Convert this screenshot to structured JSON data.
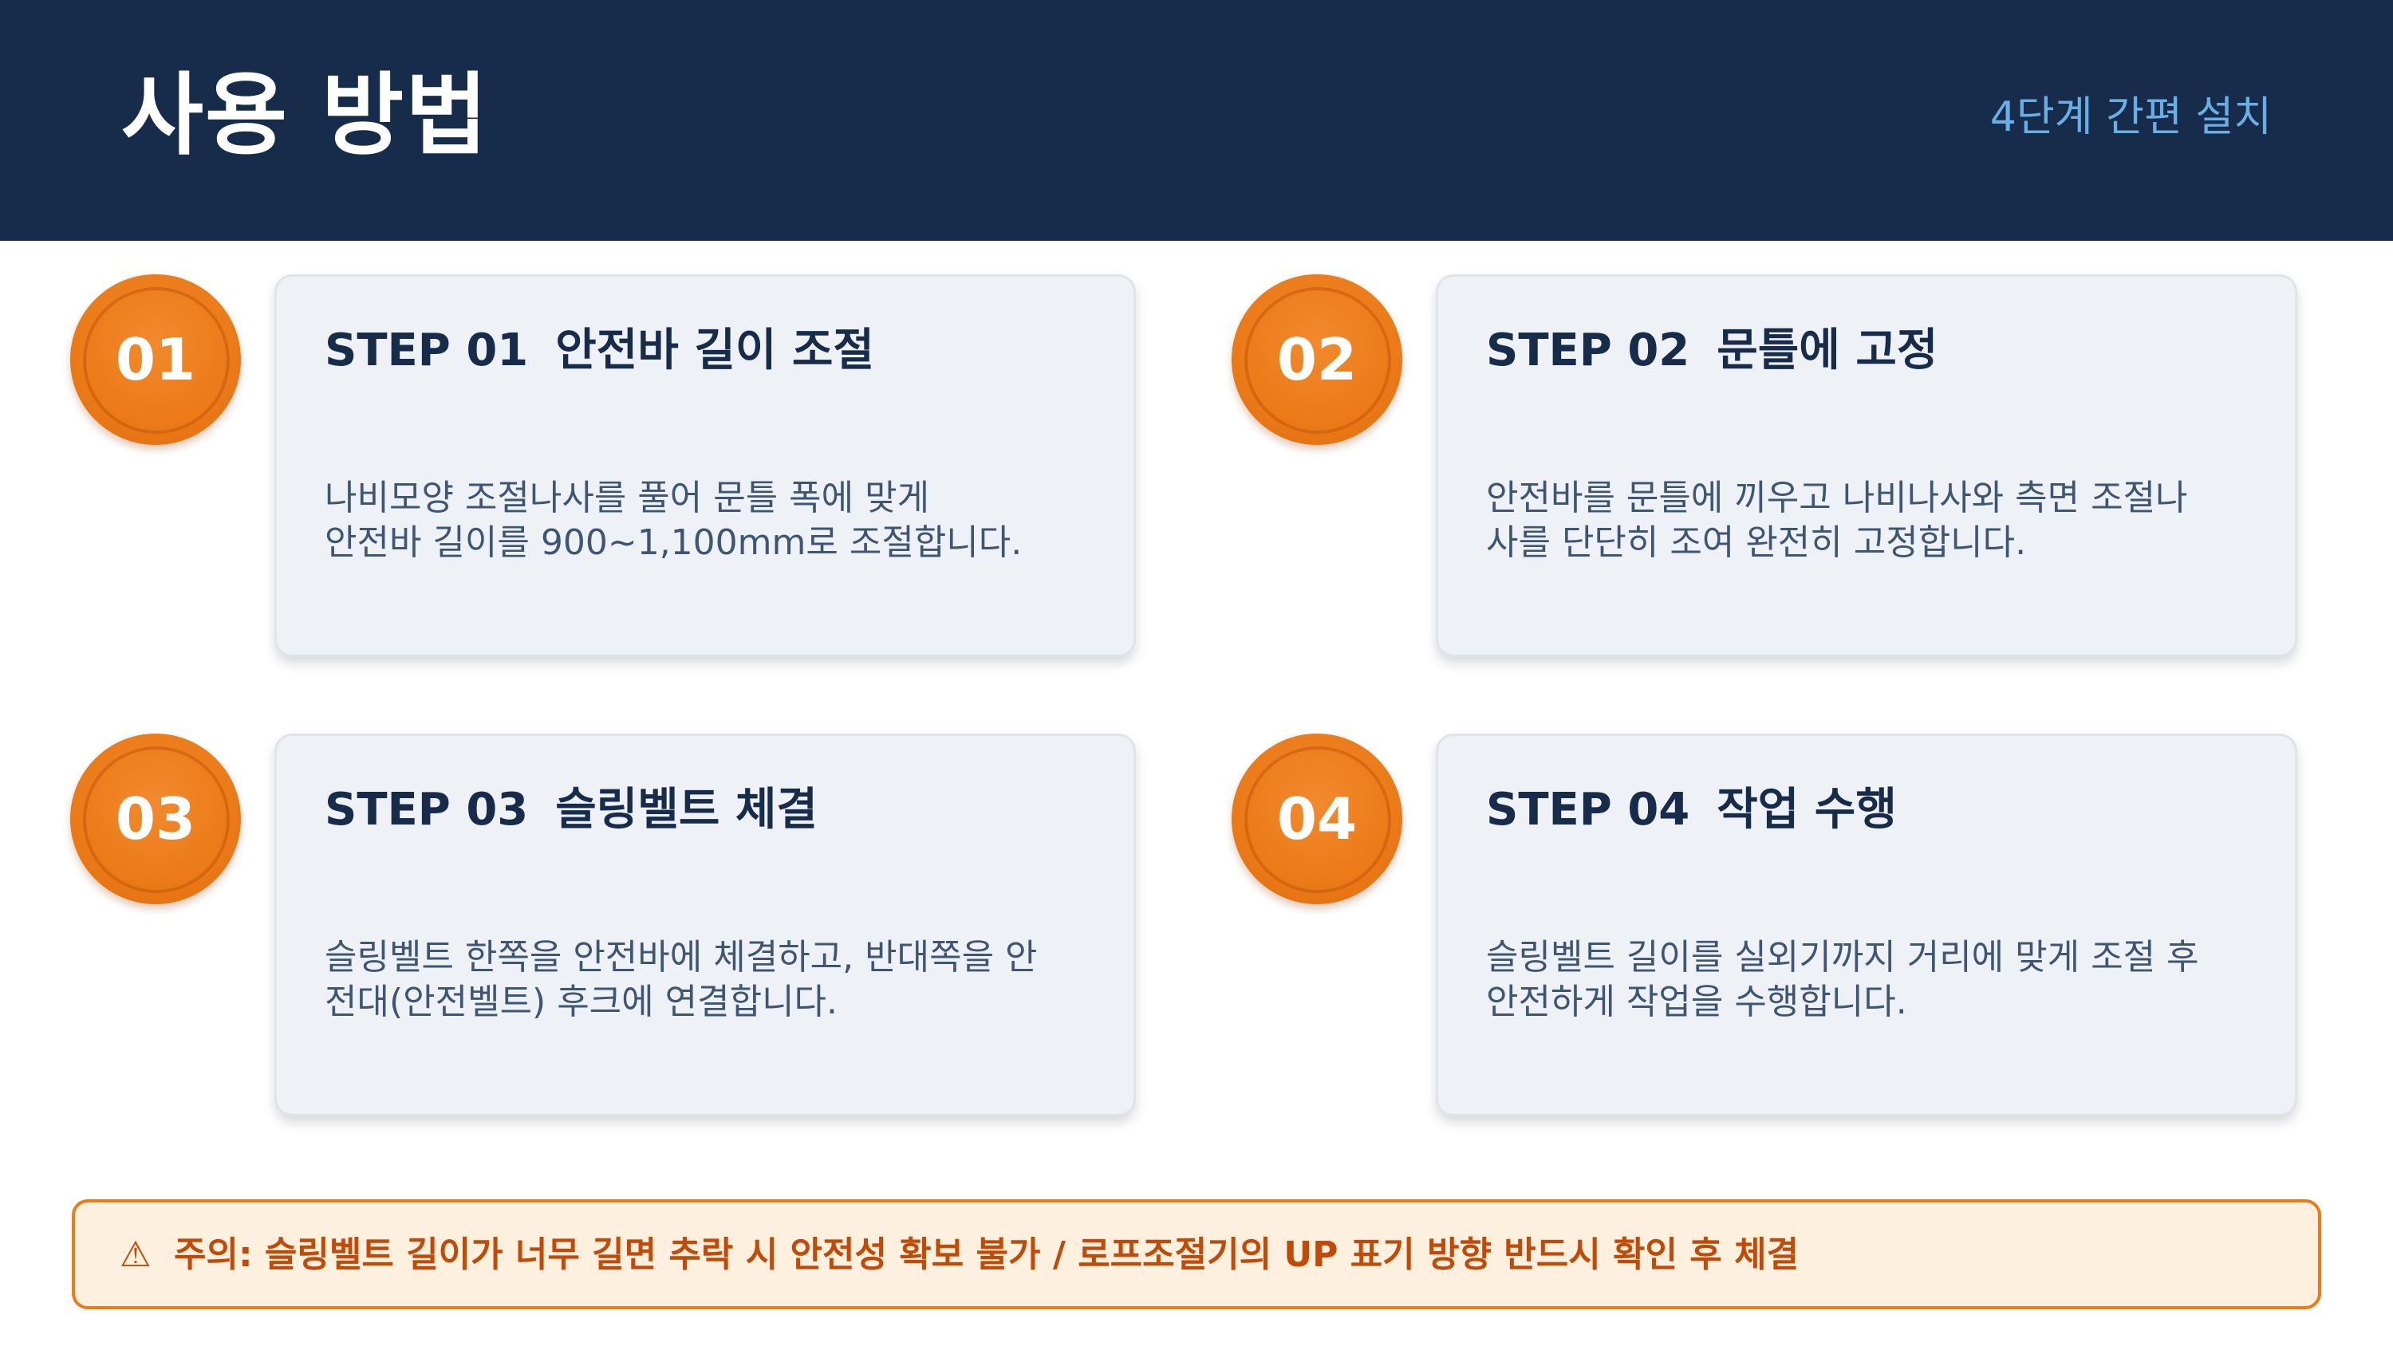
{
  "header": {
    "title": "사용 방법",
    "subtitle": "4단계 간편 설치"
  },
  "steps": [
    {
      "number": "01",
      "step_label": "STEP 01",
      "title": "안전바 길이 조절",
      "desc_line1": "나비모양 조절나사를 풀어 문틀 폭에 맞게",
      "desc_line2": "안전바 길이를 900~1,100mm로 조절합니다."
    },
    {
      "number": "02",
      "step_label": "STEP 02",
      "title": "문틀에 고정",
      "desc_line1": "안전바를 문틀에 끼우고 나비나사와 측면 조절나",
      "desc_line2": "사를 단단히 조여 완전히 고정합니다."
    },
    {
      "number": "03",
      "step_label": "STEP 03",
      "title": "슬링벨트 체결",
      "desc_line1": "슬링벨트 한쪽을 안전바에 체결하고, 반대쪽을 안",
      "desc_line2": "전대(안전벨트) 후크에 연결합니다."
    },
    {
      "number": "04",
      "step_label": "STEP 04",
      "title": "작업 수행",
      "desc_line1": "슬링벨트 길이를 실외기까지 거리에 맞게 조절 후",
      "desc_line2": "안전하게 작업을 수행합니다."
    }
  ],
  "warning": {
    "icon": "warning-triangle-icon",
    "text": "주의: 슬링벨트 길이가 너무 길면 추락 시 안전성 확보 불가 / 로프조절기의 UP 표기 방향 반드시 확인 후 체결"
  },
  "colors": {
    "header_bg": "#172b4a",
    "accent_orange": "#ec7a18",
    "subtitle_blue": "#6aaee6",
    "card_bg": "#eef1f5",
    "warning_bg": "#fdf0df"
  }
}
